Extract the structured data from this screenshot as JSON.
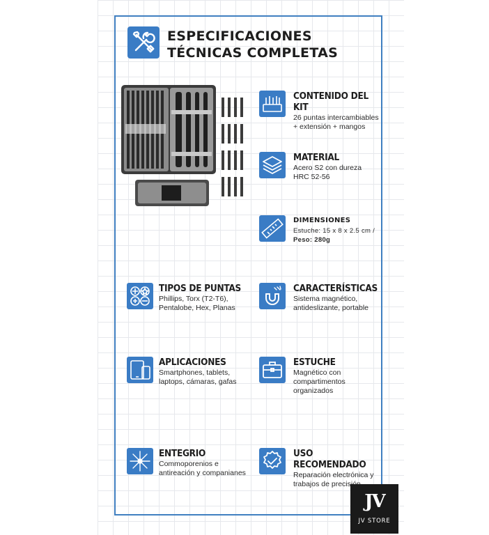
{
  "header": {
    "line1": "ESPECIFICACIONES",
    "line2": "TÉCNICAS COMPLETAS",
    "icon": "tools-icon"
  },
  "specs": {
    "contenido": {
      "title": "CONTENIDO DEL KIT",
      "line1": "26 puntas intercambiables",
      "line2": "+ extensión + mangos",
      "icon": "bits-icon"
    },
    "material": {
      "title": "MATERIAL",
      "line1": "Acero S2 con dureza",
      "line2": "HRC 52-56",
      "icon": "layers-icon"
    },
    "dimensiones": {
      "title": "DIMENSIONES",
      "line1": "Estuche: 15 x 8 x 2.5 cm /",
      "weight_label": "Peso: 280g",
      "icon": "ruler-icon"
    },
    "tipos": {
      "title": "TIPOS DE PUNTAS",
      "line1": "Phillips, Torx (T2-T6),",
      "line2": "Pentalobe, Hex, Planas",
      "icon": "tip-types-icon"
    },
    "caracteristicas": {
      "title": "CARACTERÍSTICAS",
      "line1": "Sistema magnético,",
      "line2": "antideslizante, portable",
      "icon": "magnet-icon"
    },
    "aplicaciones": {
      "title": "APLICACIONES",
      "line1": "Smartphones, tablets,",
      "line2": "laptops, cámaras, gafas",
      "icon": "devices-icon"
    },
    "estuche": {
      "title": "ESTUCHE",
      "line1": "Magnético con",
      "line2": "compartimentos",
      "line3": "organizados",
      "icon": "case-icon"
    },
    "entegrio": {
      "title": "ENTEGRIO",
      "line1": "Commoporenios e",
      "line2": "antireación y companianes",
      "icon": "sparkle-icon"
    },
    "uso": {
      "title": "USO RECOMENDADO",
      "line1": "Reparación electrónica y",
      "line2": "trabajos de precisión",
      "icon": "badge-check-icon"
    }
  },
  "brand": {
    "mark": "JV",
    "name": "JV STORE"
  },
  "colors": {
    "accent": "#3a7cc5",
    "frame": "#3f7fc0",
    "text": "#1d1d1d"
  }
}
